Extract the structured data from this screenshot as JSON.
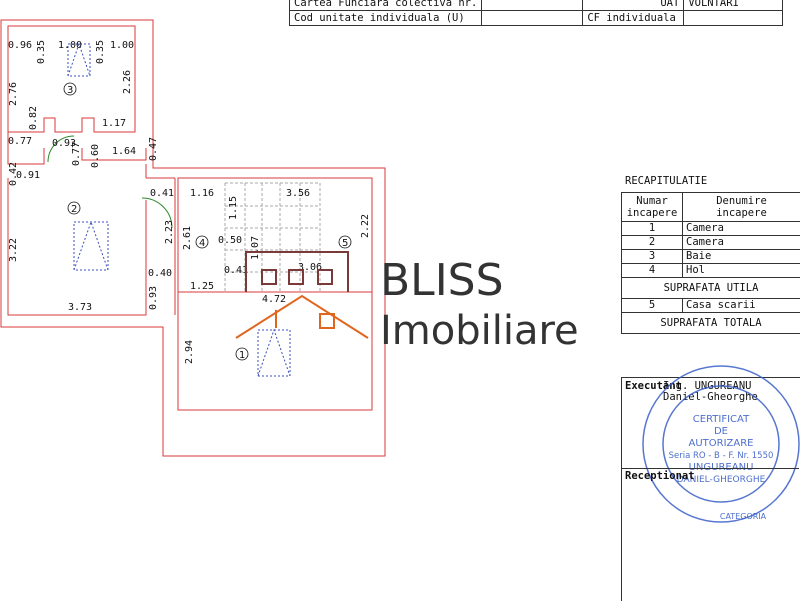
{
  "header": {
    "row1_label": "Cartea Funciara colectiva nr.",
    "row1_uat_label": "UAT",
    "row1_uat_value": "VOLNTARI",
    "row2_label": "Cod unitate individuala (U)",
    "row2_cf_label": "CF individuala"
  },
  "plan": {
    "dims": [
      "0.96",
      "0.35",
      "1.00",
      "0.35",
      "1.00",
      "2.76",
      "2.26",
      "0.82",
      "1.17",
      "0.77",
      "0.93",
      "0.77",
      "0.60",
      "1.64",
      "0.47",
      "0.42",
      "0.91",
      "0.41",
      "1.16",
      "3.56",
      "1.15",
      "2.22",
      "3.22",
      "2.23",
      "2.61",
      "0.50",
      "1.07",
      "0.41",
      "3.06",
      "0.40",
      "1.25",
      "4.72",
      "3.73",
      "0.93",
      "2.94"
    ],
    "room_numbers": [
      "1",
      "2",
      "3",
      "4",
      "5"
    ]
  },
  "logo": {
    "line1": "BLISS",
    "line2": "Imobiliare",
    "brand_color": "#e0651f",
    "frame_color": "#7a3a3a"
  },
  "recap": {
    "title": "RECAPITULATIE",
    "col1_header_l1": "Numar",
    "col1_header_l2": "incapere",
    "col2_header_l1": "Denumire",
    "col2_header_l2": "incapere",
    "rooms": [
      {
        "num": "1",
        "name": "Camera"
      },
      {
        "num": "2",
        "name": "Camera"
      },
      {
        "num": "3",
        "name": "Baie"
      },
      {
        "num": "4",
        "name": "Hol"
      }
    ],
    "useful_area": "SUPRAFATA UTILA",
    "room5": {
      "num": "5",
      "name": "Casa scarii"
    },
    "total_area": "SUPRAFATA TOTALA",
    "executant_label": "Executant",
    "engineer_line1": "Ing. UNGUREANU",
    "engineer_line2": "Daniel-Gheorghe",
    "receptionat_label": "Receptionat"
  },
  "stamp": {
    "line1": "CERTIFICAT",
    "line2": "DE",
    "line3": "AUTORIZARE",
    "line4": "Seria RO - B - F. Nr. 1550",
    "line5": "UNGUREANU",
    "line6": "DANIEL-GHEORGHE",
    "category": "CATEGORIA",
    "color": "#3a5fc8"
  }
}
